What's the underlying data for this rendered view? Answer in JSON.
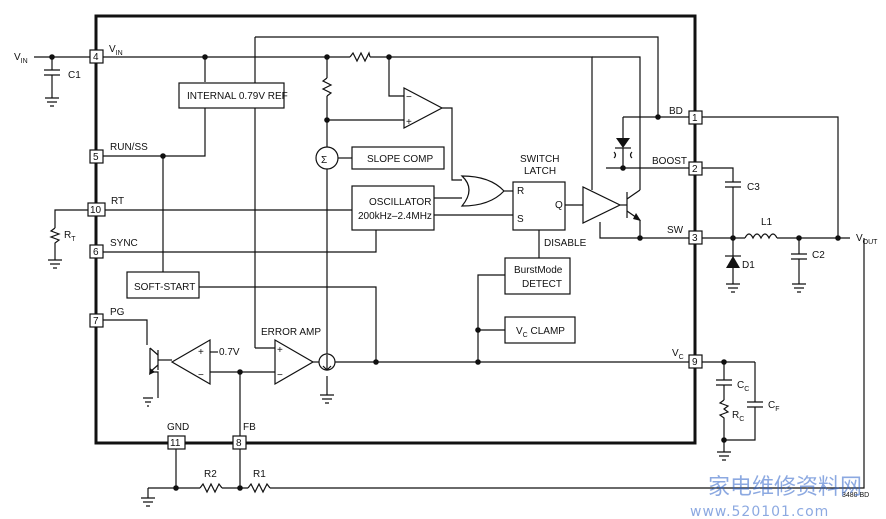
{
  "pins": {
    "vin": {
      "num": "4",
      "label": "V",
      "sub": "IN"
    },
    "run": {
      "num": "5",
      "label": "RUN/SS"
    },
    "rt": {
      "num": "10",
      "label": "RT"
    },
    "sync": {
      "num": "6",
      "label": "SYNC"
    },
    "pg": {
      "num": "7",
      "label": "PG"
    },
    "gnd": {
      "num": "11",
      "label": "GND"
    },
    "fb": {
      "num": "8",
      "label": "FB"
    },
    "bd": {
      "num": "1",
      "label": "BD"
    },
    "boost": {
      "num": "2",
      "label": "BOOST"
    },
    "sw": {
      "num": "3",
      "label": "SW"
    },
    "vc": {
      "num": "9",
      "label": "V",
      "sub": "C"
    }
  },
  "blocks": {
    "ref": "INTERNAL 0.79V REF",
    "slope": "SLOPE COMP",
    "osc1": "OSCILLATOR",
    "osc2": "200kHz–2.4MHz",
    "softstart": "SOFT-START",
    "burst1": "BurstMode",
    "burst2": "DETECT",
    "clamp": "V",
    "clamp_sub": "C",
    "clamp_rest": " CLAMP",
    "switch1": "SWITCH",
    "switch2": "LATCH",
    "latch_r": "R",
    "latch_s": "S",
    "latch_q": "Q",
    "disable": "DISABLE",
    "erramp": "ERROR AMP",
    "pg_ref": "0.7V",
    "sigma": "Σ"
  },
  "external": {
    "vin": "V",
    "vin_sub": "IN",
    "c1": "C1",
    "rt": "R",
    "rt_sub": "T",
    "c3": "C3",
    "l1": "L1",
    "d1": "D1",
    "c2": "C2",
    "vout": "V",
    "vout_sub": "OUT",
    "cc": "C",
    "cc_sub": "C",
    "rc": "R",
    "rc_sub": "C",
    "cf": "C",
    "cf_sub": "F",
    "r2": "R2",
    "r1": "R1"
  },
  "figure_id": "3480 BD",
  "watermark": {
    "cn": "家电维修资料网",
    "url": "www.520101.com"
  }
}
